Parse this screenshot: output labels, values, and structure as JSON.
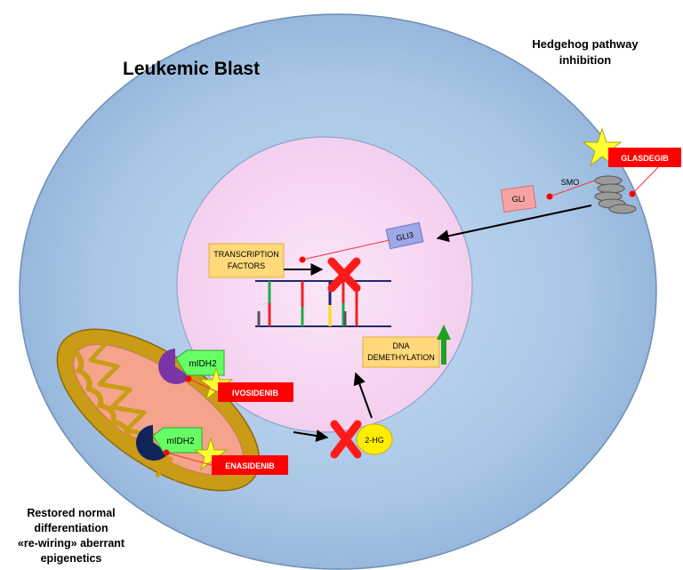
{
  "cell": {
    "title": "Leukemic Blast"
  },
  "hedgehog": {
    "line1": "Hedgehog pathway",
    "line2": "inhibition"
  },
  "outcome": {
    "line1": "Restored normal",
    "line2": "differentiation",
    "line3": "«re-wiring» aberrant",
    "line4": "epigenetics"
  },
  "labels": {
    "smo": "SMO",
    "gli": "GLI",
    "gli3": "GLI3",
    "tf_line1": "TRANSCRIPTION",
    "tf_line2": "FACTORS",
    "dna_line1": "DNA",
    "dna_line2": "DEMETHYLATION",
    "mIDH2_top": "mIDH2",
    "mIDH2_bottom": "mIDH2",
    "two_hg": "2-HG"
  },
  "drugs": {
    "glasdegib": "GLASDEGIB",
    "ivosidenib": "IVOSIDENIB",
    "enasidenib": "ENASIDENIB"
  },
  "colors": {
    "cell_fill": "#a9c8e8",
    "nucleus_fill": "#f7dcf4",
    "mito_fill": "#c99b16",
    "drug_red": "#ff0000",
    "star_yellow": "#ffff33",
    "enzyme_green": "#66ff66"
  }
}
